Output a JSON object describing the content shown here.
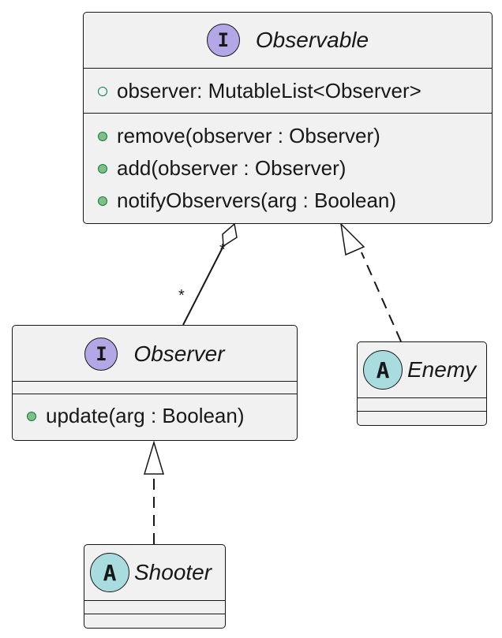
{
  "observable": {
    "name": "Observable",
    "stereotype_letter": "I",
    "fields": [
      "observer: MutableList<Observer>"
    ],
    "methods": [
      "remove(observer : Observer)",
      "add(observer : Observer)",
      "notifyObservers(arg : Boolean)"
    ]
  },
  "observer": {
    "name": "Observer",
    "stereotype_letter": "I",
    "methods": [
      "update(arg : Boolean)"
    ]
  },
  "enemy": {
    "name": "Enemy",
    "stereotype_letter": "A"
  },
  "shooter": {
    "name": "Shooter",
    "stereotype_letter": "A"
  },
  "aggregation": {
    "multiplicity_source": "*",
    "multiplicity_target": "*"
  },
  "colors": {
    "interface_badge": "#b4a7e5",
    "abstract_badge": "#a9dcdf",
    "node_fill": "#f1f1f1",
    "public_method_dot": "#84be84",
    "visibility_border": "#038048"
  }
}
